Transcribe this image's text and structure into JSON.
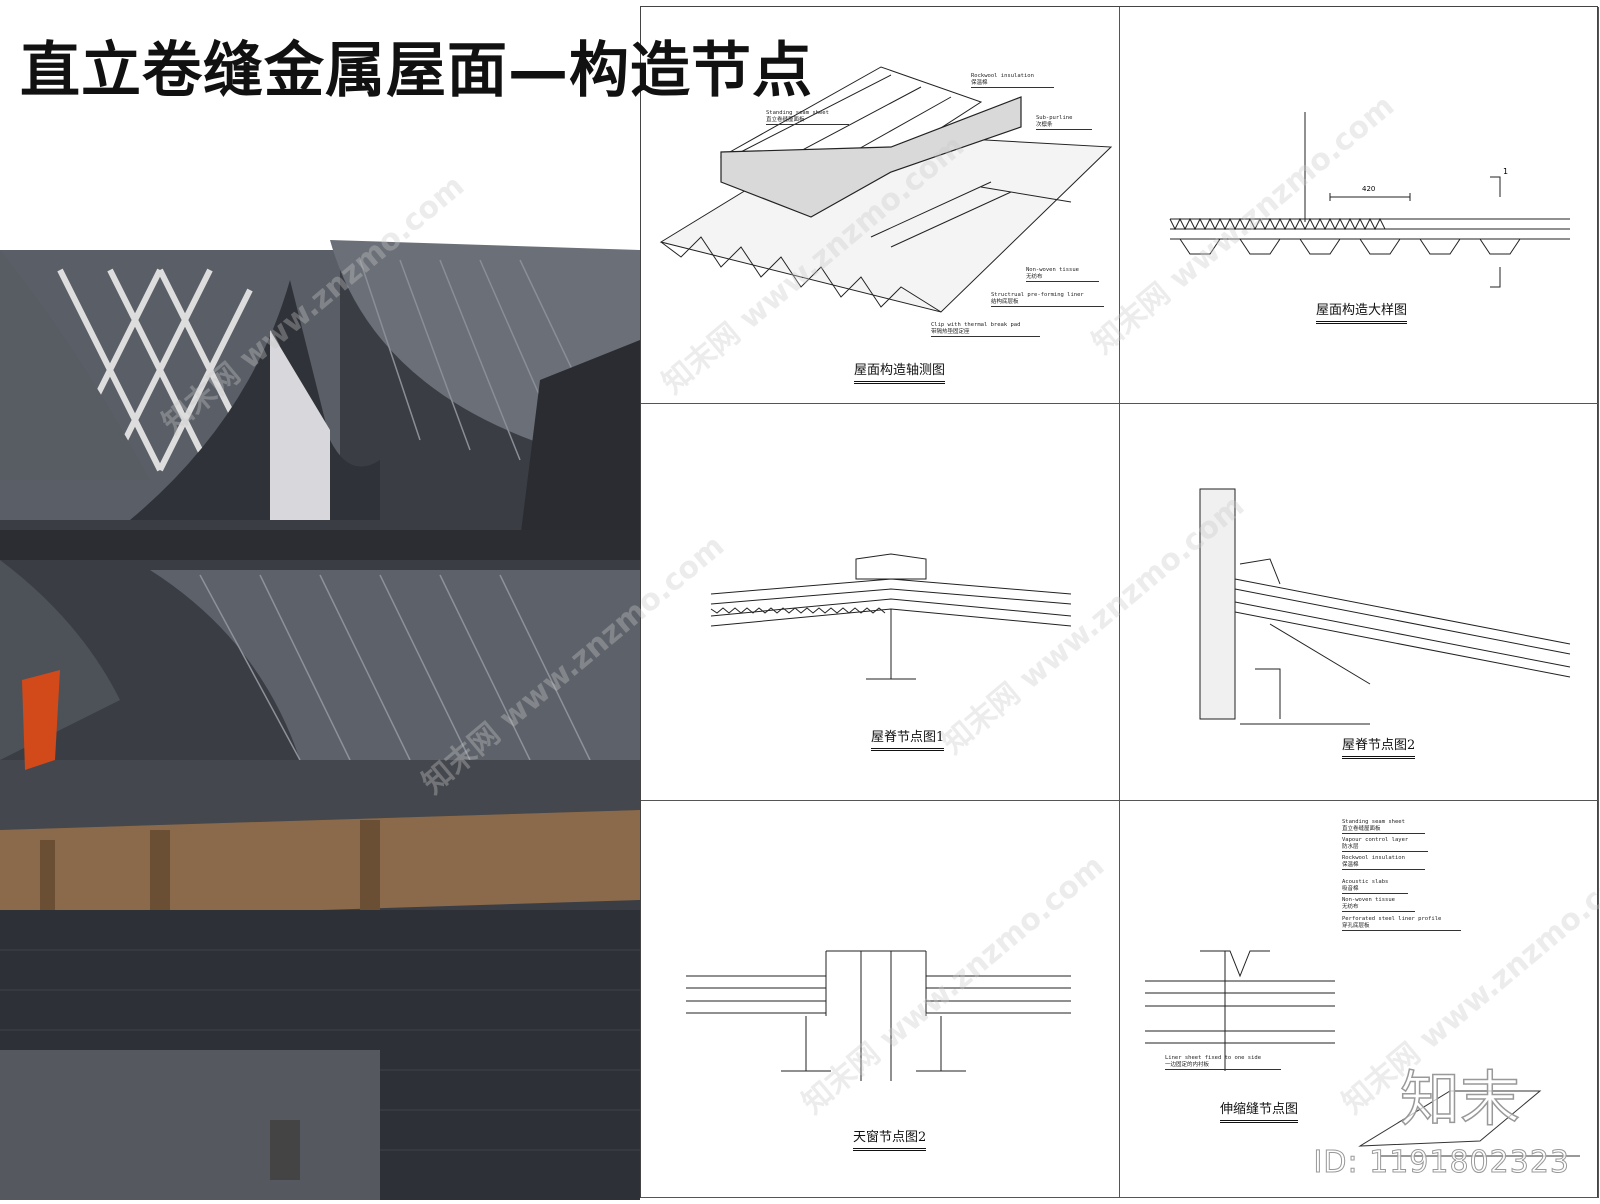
{
  "title": "直立卷缝金属屋面—构造节点",
  "panels": [
    {
      "caption": "屋面构造轴测图",
      "labels": [
        {
          "en": "Rockwool insulation",
          "zh": "保温棉"
        },
        {
          "en": "Standing seam sheet",
          "zh": "直立卷缝屋面板"
        },
        {
          "en": "Sub-purline",
          "zh": "次檩条"
        },
        {
          "en": "Non-woven tissue",
          "zh": "无纺布"
        },
        {
          "en": "Structrual pre-forming liner",
          "zh": "结构底层板"
        },
        {
          "en": "Clip with thermal break pad",
          "zh": "带隔热垫固定座"
        }
      ]
    },
    {
      "caption": "屋面构造大样图",
      "dimension": "420",
      "section_mark": "1"
    },
    {
      "caption": "屋脊节点图1"
    },
    {
      "caption": "屋脊节点图2"
    },
    {
      "caption": "天窗节点图2"
    },
    {
      "caption": "伸缩缝节点图",
      "labels": [
        {
          "en": "Standing seam sheet",
          "zh": "直立卷缝屋面板"
        },
        {
          "en": "Vapour control layer",
          "zh": "防水层"
        },
        {
          "en": "Rockwool insulation",
          "zh": "保温棉"
        },
        {
          "en": "Acoustic slabs",
          "zh": "吸音棉"
        },
        {
          "en": "Non-woven tissue",
          "zh": "无纺布"
        },
        {
          "en": "Perforated steel liner profile",
          "zh": "穿孔底层板"
        },
        {
          "en": "Liner sheet fixed to one side",
          "zh": "一边固定的内衬板"
        }
      ]
    }
  ],
  "watermark": {
    "text": "知末网 www.znzmo.com",
    "logo": "知末",
    "id": "ID: 1191802323"
  }
}
